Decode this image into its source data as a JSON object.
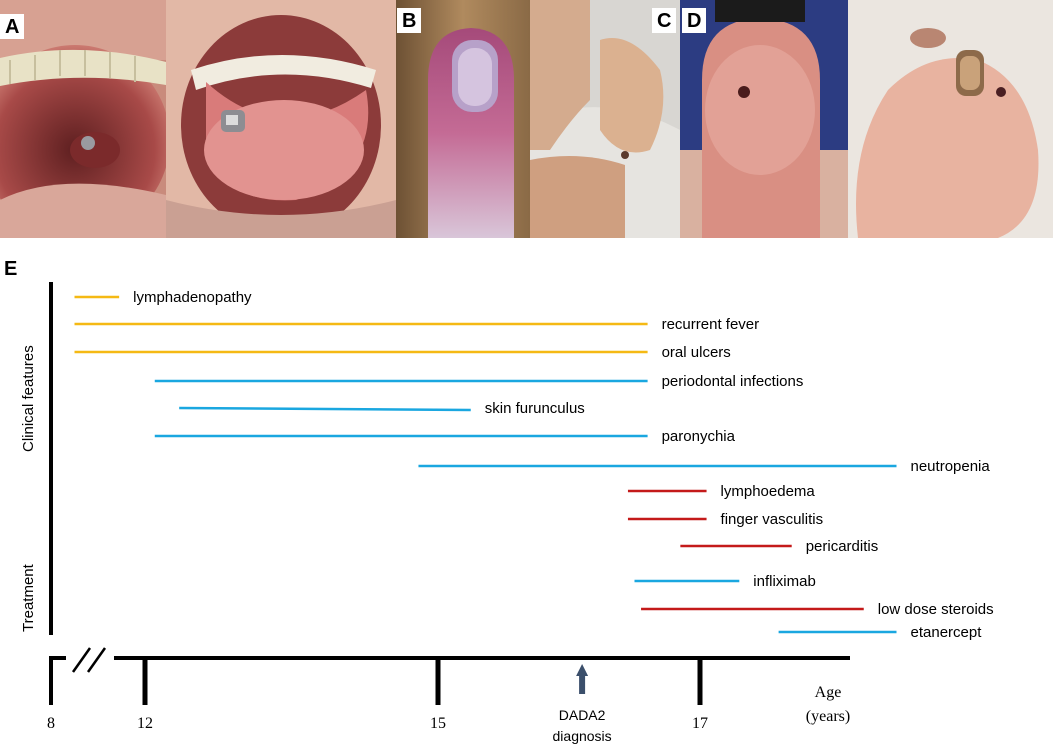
{
  "panels": {
    "A": "A",
    "B": "B",
    "C": "C",
    "D": "D",
    "E": "E"
  },
  "timeline": {
    "section_clinical": "Clinical features",
    "section_treatment": "Treatment",
    "axis_title_line1": "Age",
    "axis_title_line2": "(years)",
    "ticks": [
      {
        "label": "8",
        "age": 8
      },
      {
        "label": "12",
        "age": 12
      },
      {
        "label": "15",
        "age": 15
      },
      {
        "label": "17",
        "age": 17
      }
    ],
    "diagnosis": {
      "line1": "DADA2",
      "line2": "diagnosis",
      "age": 16.1
    },
    "colors": {
      "yellow": "#f5b914",
      "blue": "#1aa7e0",
      "red": "#c41a1a",
      "arrow": "#3b4f6b"
    },
    "bars": [
      {
        "label": "lymphadenopathy",
        "start": 9.0,
        "end": 10.9,
        "color": "yellow"
      },
      {
        "label": "recurrent fever",
        "start": 9.0,
        "end": 16.6,
        "color": "yellow"
      },
      {
        "label": "oral ulcers",
        "start": 9.0,
        "end": 16.6,
        "color": "yellow"
      },
      {
        "label": "periodontal infections",
        "start": 12.1,
        "end": 16.6,
        "color": "blue"
      },
      {
        "label": "skin furunculus",
        "start": 12.35,
        "end": 15.25,
        "color": "blue"
      },
      {
        "label": "paronychia",
        "start": 12.1,
        "end": 16.6,
        "color": "blue"
      },
      {
        "label": "neutropenia",
        "start": 14.8,
        "end": 18.5,
        "color": "blue"
      },
      {
        "label": "lymphoedema",
        "start": 16.45,
        "end": 17.05,
        "color": "red"
      },
      {
        "label": "finger vasculitis",
        "start": 16.45,
        "end": 17.05,
        "color": "red"
      },
      {
        "label": "pericarditis",
        "start": 16.85,
        "end": 17.7,
        "color": "red"
      },
      {
        "label": "infliximab",
        "start": 16.5,
        "end": 17.3,
        "color": "blue"
      },
      {
        "label": "low dose steroids",
        "start": 16.55,
        "end": 18.25,
        "color": "red"
      },
      {
        "label": "etanercept",
        "start": 17.6,
        "end": 18.5,
        "color": "blue"
      }
    ]
  }
}
